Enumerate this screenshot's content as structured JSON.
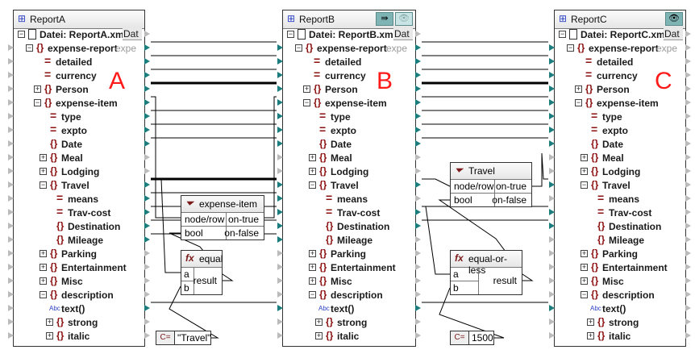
{
  "components": [
    {
      "id": "A",
      "title": "ReportA",
      "file": "Datei: ReportA.xml",
      "file_btn": "Dat",
      "root_suffix": "expe",
      "marker": "A",
      "buttons": []
    },
    {
      "id": "B",
      "title": "ReportB",
      "file": "Datei: ReportB.xml",
      "file_btn": "Dat",
      "root_suffix": "expe",
      "marker": "B",
      "buttons": [
        "pass-through-icon",
        "preview-eye-icon"
      ]
    },
    {
      "id": "C",
      "title": "ReportC",
      "file": "Datei: ReportC.xml",
      "file_btn": "Dat",
      "root_suffix": "expe",
      "marker": "C",
      "buttons": [
        "preview-eye-icon"
      ]
    }
  ],
  "tree": [
    {
      "label": "expense-report",
      "level": 1,
      "icon": "element",
      "exp": "-"
    },
    {
      "label": "detailed",
      "level": 2,
      "icon": "attr"
    },
    {
      "label": "currency",
      "level": 2,
      "icon": "attr"
    },
    {
      "label": "Person",
      "level": 2,
      "icon": "element",
      "exp": "+"
    },
    {
      "label": "expense-item",
      "level": 2,
      "icon": "element",
      "exp": "-"
    },
    {
      "label": "type",
      "level": 3,
      "icon": "attr"
    },
    {
      "label": "expto",
      "level": 3,
      "icon": "attr"
    },
    {
      "label": "Date",
      "level": 3,
      "icon": "element"
    },
    {
      "label": "Meal",
      "level": 3,
      "icon": "element",
      "exp": "+"
    },
    {
      "label": "Lodging",
      "level": 3,
      "icon": "element",
      "exp": "+"
    },
    {
      "label": "Travel",
      "level": 3,
      "icon": "element",
      "exp": "-"
    },
    {
      "label": "means",
      "level": 4,
      "icon": "attr"
    },
    {
      "label": "Trav-cost",
      "level": 4,
      "icon": "attr"
    },
    {
      "label": "Destination",
      "level": 4,
      "icon": "element"
    },
    {
      "label": "Mileage",
      "level": 4,
      "icon": "element"
    },
    {
      "label": "Parking",
      "level": 3,
      "icon": "element",
      "exp": "+"
    },
    {
      "label": "Entertainment",
      "level": 3,
      "icon": "element",
      "exp": "+"
    },
    {
      "label": "Misc",
      "level": 3,
      "icon": "element",
      "exp": "+"
    },
    {
      "label": "description",
      "level": 3,
      "icon": "element",
      "exp": "-"
    },
    {
      "label": "text()",
      "level": 3,
      "icon": "text"
    },
    {
      "label": "strong",
      "level": 4,
      "icon": "element",
      "exp": "+"
    },
    {
      "label": "italic",
      "level": 4,
      "icon": "element",
      "exp": "+"
    }
  ],
  "text_icon_label": "Abc",
  "filters": [
    {
      "title": "expense-item",
      "in": [
        "node/row",
        "bool"
      ],
      "out": [
        "on-true",
        "on-false"
      ]
    },
    {
      "title": "Travel",
      "in": [
        "node/row",
        "bool"
      ],
      "out": [
        "on-true",
        "on-false"
      ]
    }
  ],
  "functions": [
    {
      "title": "equal",
      "in": [
        "a",
        "b"
      ],
      "out": "result"
    },
    {
      "title": "equal-or-less",
      "in": [
        "a",
        "b"
      ],
      "out": "result"
    }
  ],
  "constants": [
    {
      "value": "\"Travel\""
    },
    {
      "value": "1500"
    }
  ],
  "colors": {
    "connector": "#1b7d7d",
    "marker": "#ff1a1a",
    "element_icon": "#8b1010"
  }
}
